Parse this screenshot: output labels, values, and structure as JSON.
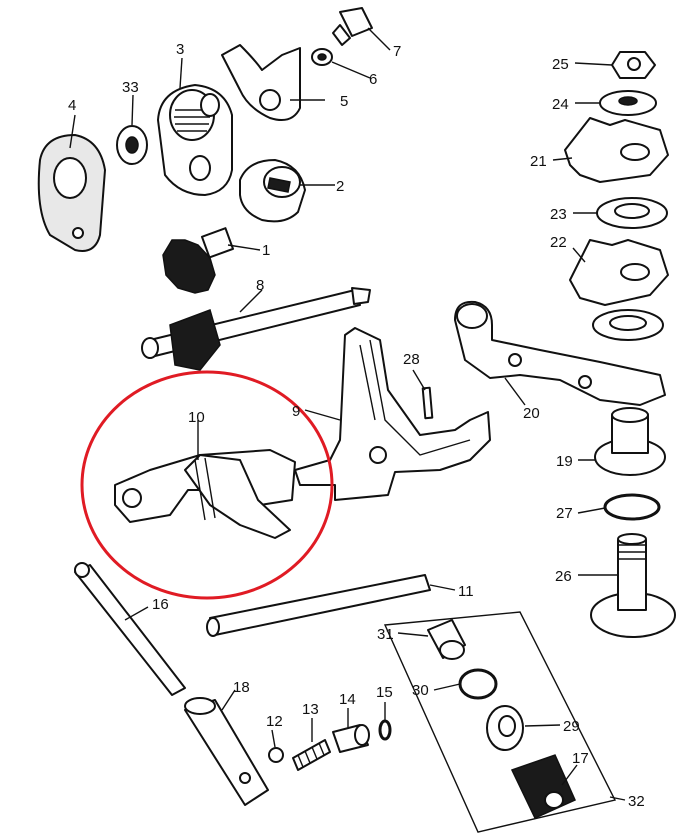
{
  "diagram": {
    "highlight_color": "#e01b24",
    "ink_color": "#111111",
    "labels": {
      "p1": "1",
      "p2": "2",
      "p3": "3",
      "p4": "4",
      "p5": "5",
      "p6": "6",
      "p7": "7",
      "p8": "8",
      "p9": "9",
      "p10": "10",
      "p11": "11",
      "p12": "12",
      "p13": "13",
      "p14": "14",
      "p15": "15",
      "p16": "16",
      "p17": "17",
      "p18": "18",
      "p19": "19",
      "p20": "20",
      "p21": "21",
      "p22": "22",
      "p23": "23",
      "p24": "24",
      "p25": "25",
      "p26": "26",
      "p27": "27",
      "p28": "28",
      "p29": "29",
      "p30": "30",
      "p31": "31",
      "p32": "32",
      "p33": "33"
    }
  }
}
